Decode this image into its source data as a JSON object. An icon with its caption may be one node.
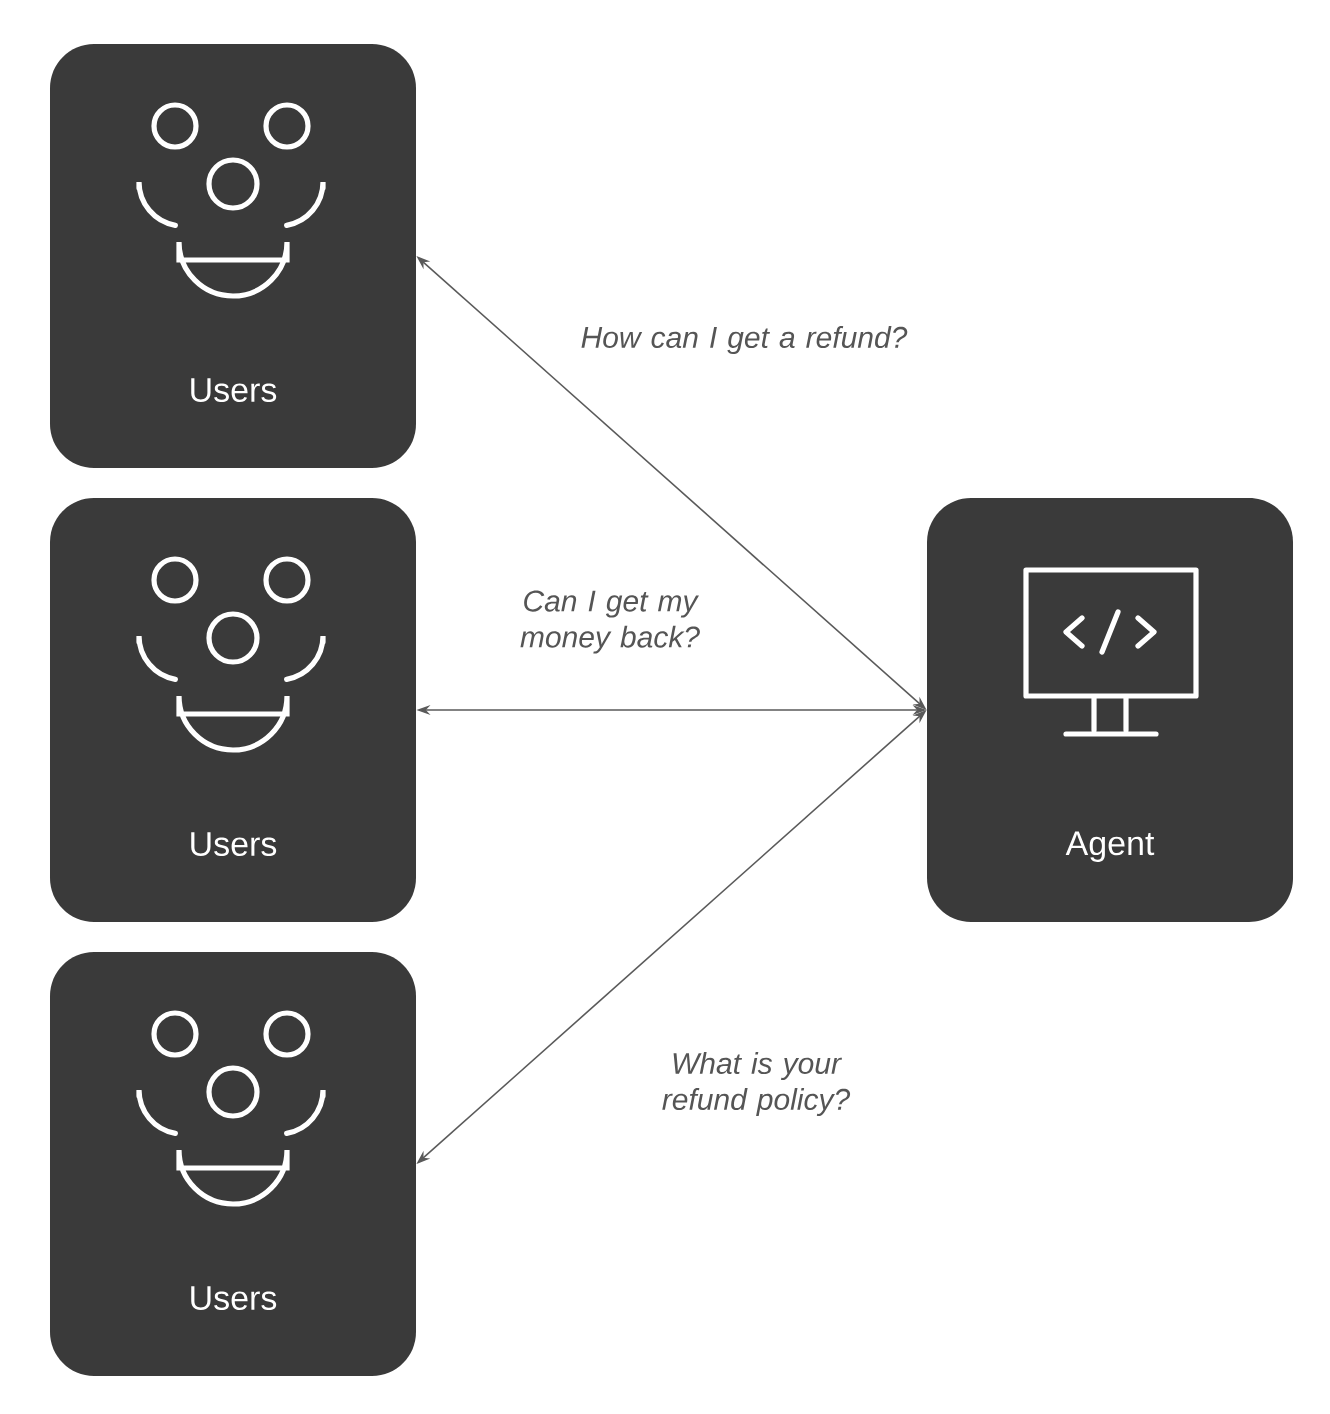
{
  "diagram": {
    "nodes": [
      {
        "text": [
          "Users"
        ]
      },
      {
        "text": [
          "Users"
        ]
      },
      {
        "text": [
          "Users"
        ]
      },
      {
        "text": [
          "Agent"
        ]
      }
    ],
    "edges": [
      {
        "from": 0,
        "to": 3,
        "arrow": "both",
        "label": "How can I get a refund?"
      },
      {
        "from": 1,
        "to": 3,
        "arrow": "both",
        "label": "Can I get my money back?"
      },
      {
        "from": 2,
        "to": 3,
        "arrow": "both",
        "label": "What is your refund policy?"
      }
    ]
  }
}
